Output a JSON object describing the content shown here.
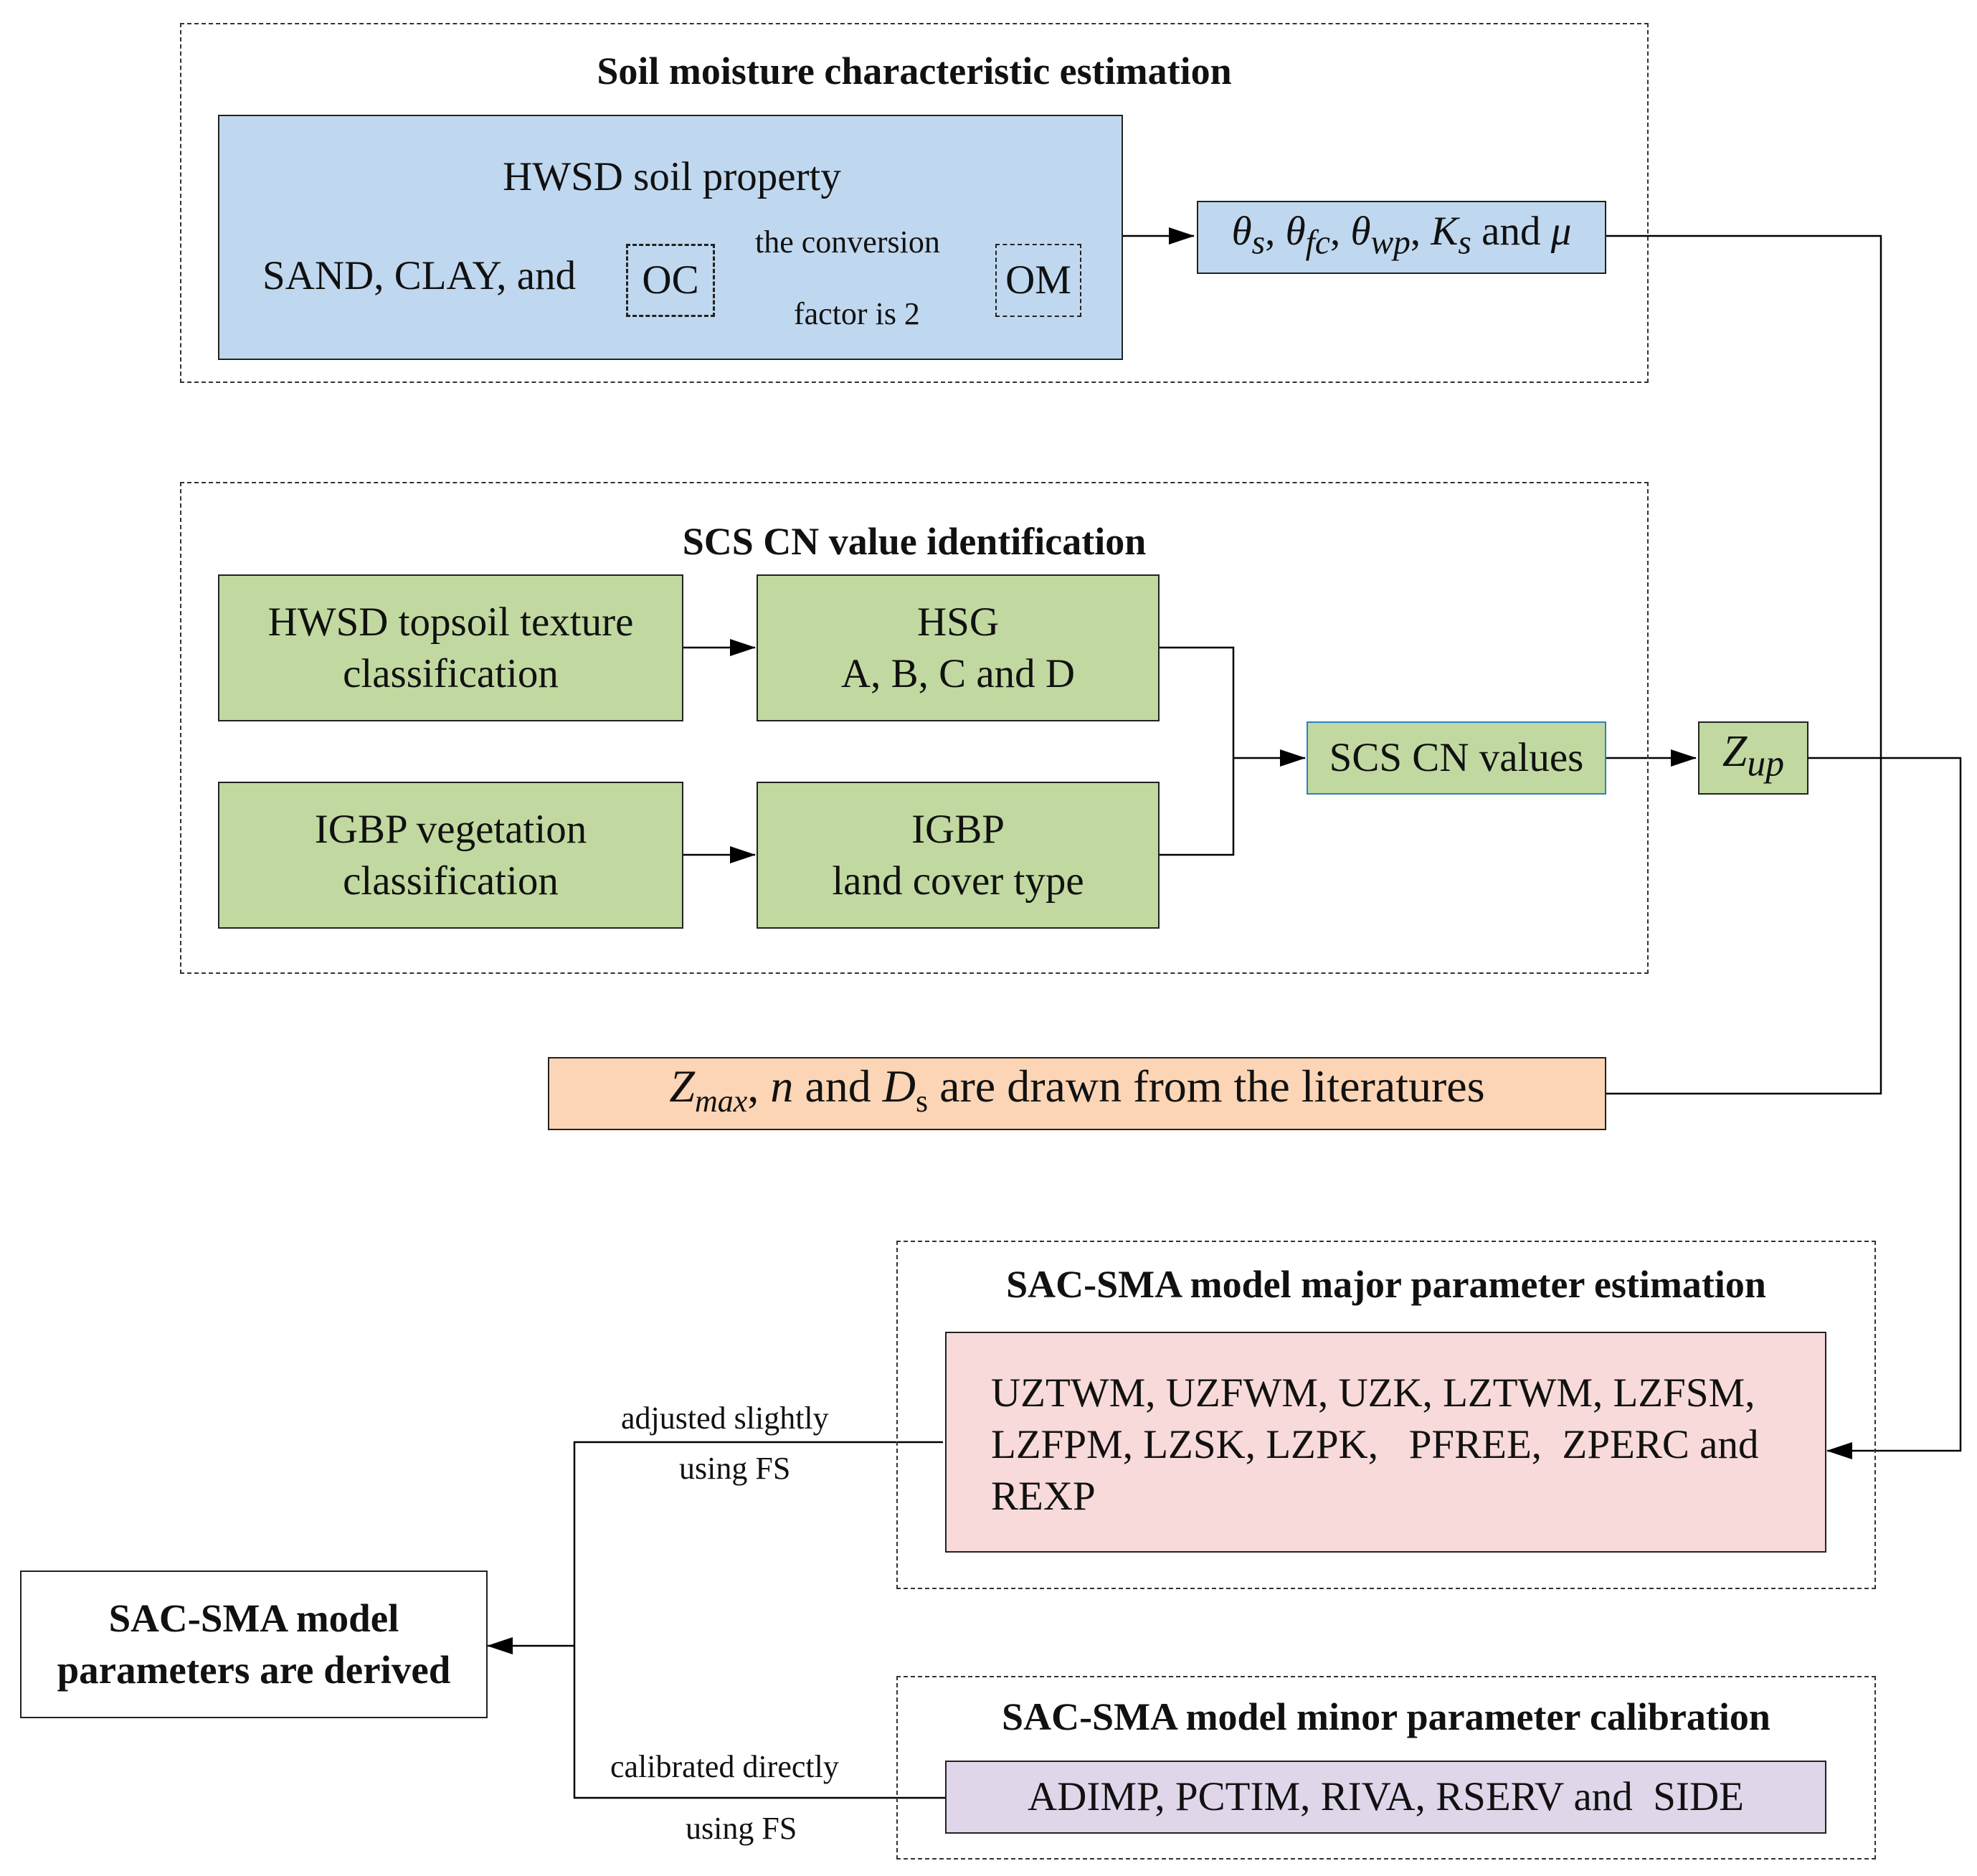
{
  "groups": {
    "soil": {
      "title": "Soil moisture characteristic estimation"
    },
    "scs": {
      "title": "SCS CN value identification"
    },
    "major": {
      "title": "SAC-SMA model major parameter estimation"
    },
    "minor": {
      "title": "SAC-SMA model minor parameter calibration"
    }
  },
  "hwsd": {
    "title": "HWSD soil property",
    "inputs": "SAND, CLAY, and",
    "oc": "OC",
    "om": "OM",
    "conversion_top": "the conversion",
    "conversion_bottom": "factor is 2"
  },
  "soil_output": {
    "theta": "θ",
    "sub_s": "s",
    "sub_fc": "fc",
    "sub_wp": "wp",
    "k": "K",
    "and": "and",
    "mu": "μ"
  },
  "scs_boxes": {
    "texture_line1": "HWSD topsoil texture",
    "texture_line2": "classification",
    "hsg_line1": "HSG",
    "hsg_line2": "A, B, C and D",
    "veg_line1": "IGBP vegetation",
    "veg_line2": "classification",
    "igbp_line1": "IGBP",
    "igbp_line2": "land cover type",
    "cn_values": "SCS CN values"
  },
  "zup": {
    "z": "Z",
    "sub": "up"
  },
  "literature": {
    "z": "Z",
    "z_sub": "max",
    "n": "n",
    "and": "and",
    "d": "D",
    "d_sub": "s",
    "rest": "are drawn from the literatures"
  },
  "major_params": {
    "line1": "UZTWM, UZFWM, UZK, LZTWM, LZFSM,",
    "line2": "LZFPM, LZSK, LZPK,   PFREE,  ZPERC and",
    "line3": "REXP"
  },
  "minor_params": "ADIMP, PCTIM, RIVA, RSERV and  SIDE",
  "derived": {
    "line1": "SAC-SMA model",
    "line2": "parameters are derived"
  },
  "edge_labels": {
    "adjusted_line1": "adjusted slightly",
    "adjusted_line2": "using FS",
    "calibrated_line1": "calibrated directly",
    "calibrated_line2": "using FS"
  }
}
